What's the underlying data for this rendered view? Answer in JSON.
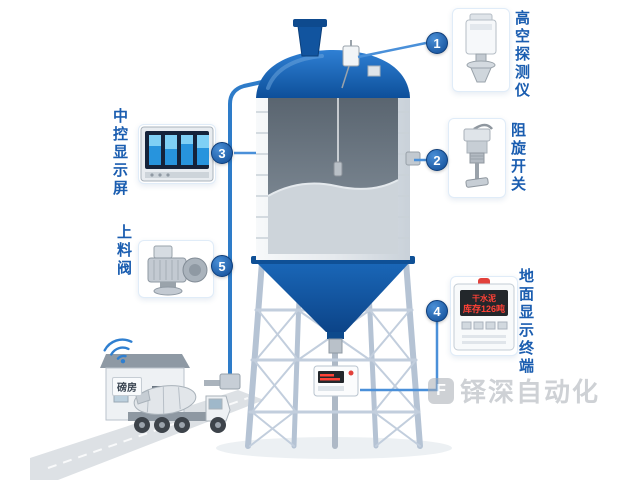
{
  "callouts": [
    {
      "num": "1",
      "label": "高空探测仪"
    },
    {
      "num": "2",
      "label": "阻旋开关"
    },
    {
      "num": "3",
      "label": "中控显示屏"
    },
    {
      "num": "4",
      "label": "地面显示终端"
    },
    {
      "num": "5",
      "label": "上料阀"
    }
  ],
  "building": {
    "label": "磅房"
  },
  "terminal": {
    "line1": "干水泥",
    "line2": "库存126吨"
  },
  "watermark": {
    "logo": "F",
    "text": "铎深自动化"
  },
  "colors": {
    "accent": "#1a5db0",
    "connector": "#4a90d9",
    "silo_blue": "#11549f",
    "led_red": "#ff4136"
  }
}
